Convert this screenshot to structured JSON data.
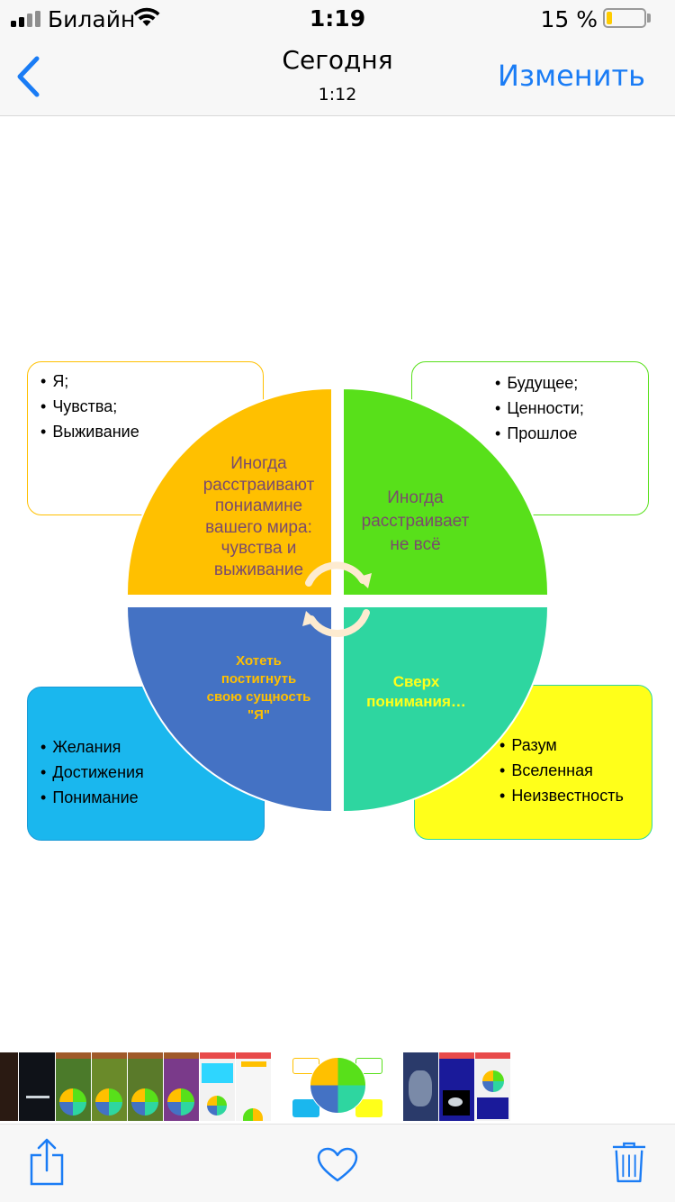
{
  "status_bar": {
    "carrier": "Билайн",
    "time": "1:19",
    "battery_percent": "15 %",
    "battery_level": 0.15
  },
  "nav": {
    "title": "Сегодня",
    "subtitle": "1:12",
    "edit_label": "Изменить"
  },
  "diagram": {
    "quadrants": {
      "top_left": {
        "text": [
          "Иногда",
          "расстраивают",
          "пониамине",
          "вашего мира:",
          "чувства и",
          "выживание"
        ],
        "color": "#ffc000"
      },
      "top_right": {
        "text": [
          "Иногда",
          "расстраивает",
          "не всё"
        ],
        "color": "#58e01a"
      },
      "bottom_left": {
        "text": [
          "Хотеть",
          "постигнуть",
          "свою сущность",
          "\"Я\""
        ],
        "color": "#4472c4"
      },
      "bottom_right": {
        "text": [
          "Сверх",
          "понимания…"
        ],
        "color": "#2ed6a0"
      }
    },
    "boxes": {
      "top_left": {
        "items": [
          "Я;",
          "Чувства;",
          "Выживание"
        ],
        "color": "#ffffff",
        "border": "#ffc000"
      },
      "top_right": {
        "items": [
          "Будущее;",
          "Ценности;",
          "Прошлое"
        ],
        "color": "#ffffff",
        "border": "#58e01a"
      },
      "bottom_left": {
        "items": [
          "Желания",
          "Достижения",
          "Понимание"
        ],
        "color": "#1ab7ee",
        "border": "#1a9ad6"
      },
      "bottom_right": {
        "items": [
          "Разум",
          "Вселенная",
          "Неизвестность"
        ],
        "color": "#ffff1a",
        "border": "#2ed6a0"
      }
    }
  },
  "toolbar": {
    "share_icon": "share-icon",
    "like_icon": "heart-icon",
    "delete_icon": "trash-icon"
  }
}
